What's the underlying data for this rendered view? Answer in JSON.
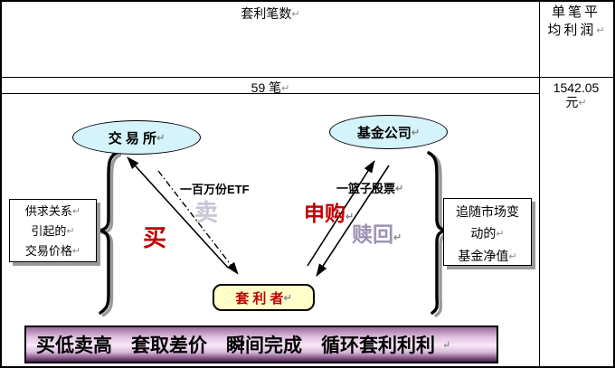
{
  "table": {
    "header_left": "套利笔数",
    "header_right": [
      "单笔平",
      "均利润"
    ],
    "count": "59 笔",
    "profit": "1542.05",
    "profit_unit": "元"
  },
  "nodes": {
    "exchange": "交 易 所",
    "fund": "基金公司",
    "arbitrageur": "套 利 者"
  },
  "left_box": {
    "lines": [
      "供求关系",
      "引起的",
      "交易价格"
    ]
  },
  "right_box": {
    "lines": [
      "追随市场变",
      "动的",
      "基金净值"
    ]
  },
  "labels": {
    "etf": "一百万份ETF",
    "sell": "卖",
    "buy": "买",
    "basket": "一篮子股票",
    "subscribe": "申购",
    "redeem": "赎回"
  },
  "banner": {
    "text": "买低卖高　套取差价　瞬间完成　循环套利利利"
  },
  "marks": {
    "pilcrow": "↵"
  },
  "colors": {
    "buy_sell_red": "#c00000",
    "faint_sell_grey": "#c6c6d6",
    "redeem_purple": "#9d92b5",
    "ellipse_fill": "#d4f3fa",
    "arbitrageur_fill": "#ffffc9",
    "banner_mid": "#f7e9f7",
    "banner_dark": "#6b3b6b",
    "shadow_grey": "#9a9a9a"
  }
}
